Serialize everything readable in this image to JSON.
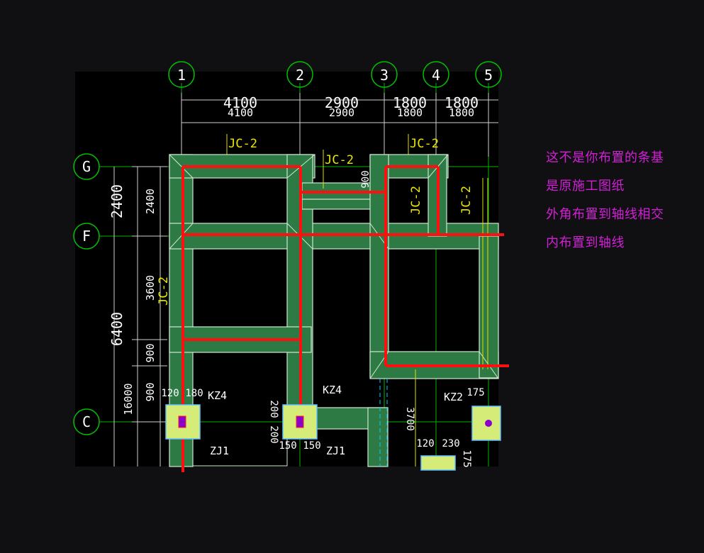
{
  "axes": {
    "columns": [
      "1",
      "2",
      "3",
      "4",
      "5"
    ],
    "rows": [
      "G",
      "F",
      "C"
    ]
  },
  "dimensions": {
    "top": [
      "4100",
      "2900",
      "1800",
      "1800"
    ],
    "top_small": [
      "4100",
      "2900",
      "1800",
      "1800"
    ],
    "left_outer": [
      "2400",
      "6400",
      "16000"
    ],
    "left_inner": [
      "2400",
      "3600",
      "900",
      "900"
    ],
    "local": [
      "900",
      "120",
      "180",
      "200",
      "200",
      "150",
      "150",
      "3700",
      "175",
      "120",
      "230",
      "175"
    ]
  },
  "labels": {
    "foundation": "JC-2",
    "column_kz4": "KZ4",
    "column_kz2": "KZ2",
    "pile_cap": "ZJ1"
  },
  "notes": [
    "这不是你布置的条基",
    "是原施工图纸",
    "外角布置到轴线相交",
    "内布置到轴线"
  ],
  "colors": {
    "background": "#101012",
    "drawing": "#000000",
    "beam_fill": "#2e7a45",
    "beam_edge": "#cfe8cf",
    "axis_line": "#00c000",
    "dimension_line": "#d8d8d8",
    "label": "#e0e000",
    "rebar": "#ff0000",
    "note_text": "#d21fd6",
    "pile_cap_fill": "#d6ec78"
  }
}
